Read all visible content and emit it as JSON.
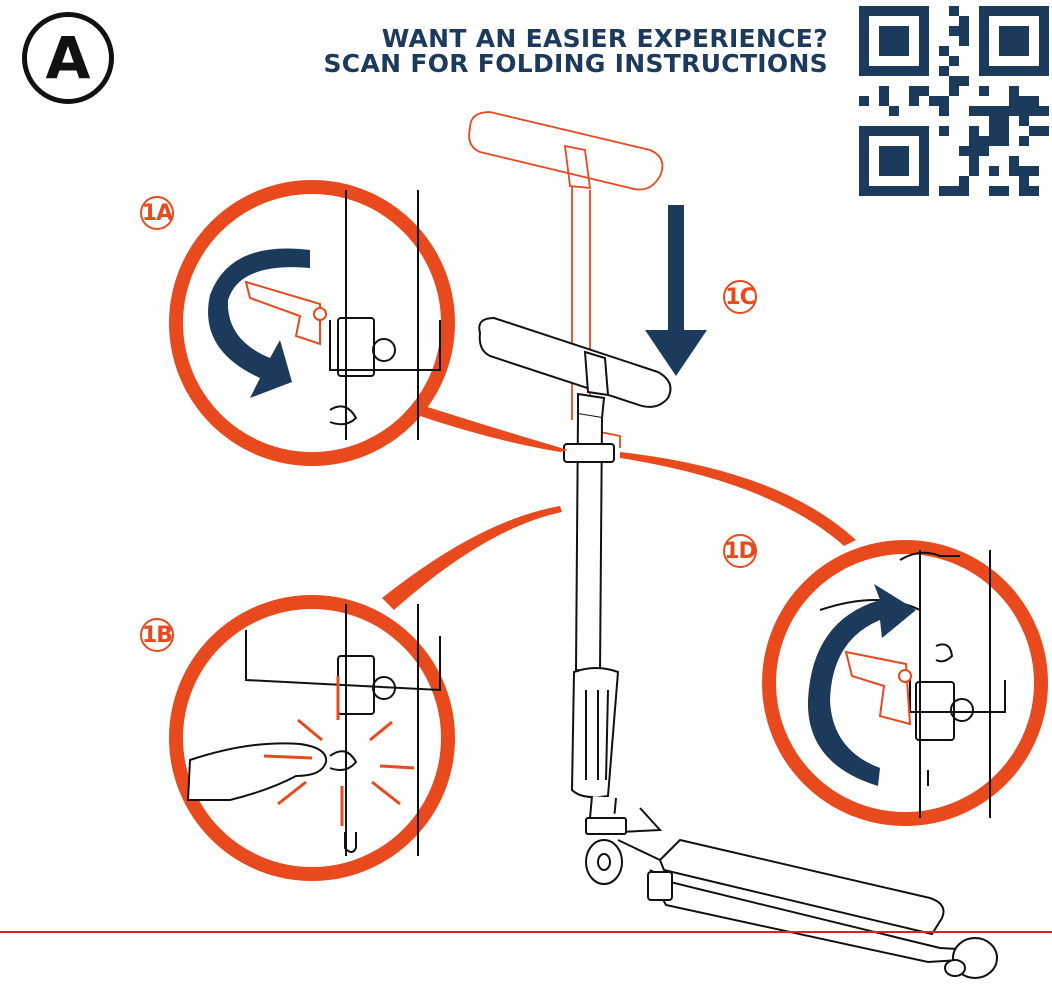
{
  "badge": {
    "letter": "A"
  },
  "headline": {
    "line1": "WANT AN EASIER EXPERIENCE?",
    "line2": "SCAN FOR FOLDING INSTRUCTIONS"
  },
  "steps": {
    "a": "1A",
    "b": "1B",
    "c": "1C",
    "d": "1D"
  },
  "colors": {
    "accent": "#e8491d",
    "navy": "#1b3a5c",
    "line": "#111111",
    "rule": "#e02020"
  },
  "icons": [
    "qr-code-icon",
    "rotate-arrow-icon",
    "down-arrow-icon",
    "finger-press-icon"
  ]
}
